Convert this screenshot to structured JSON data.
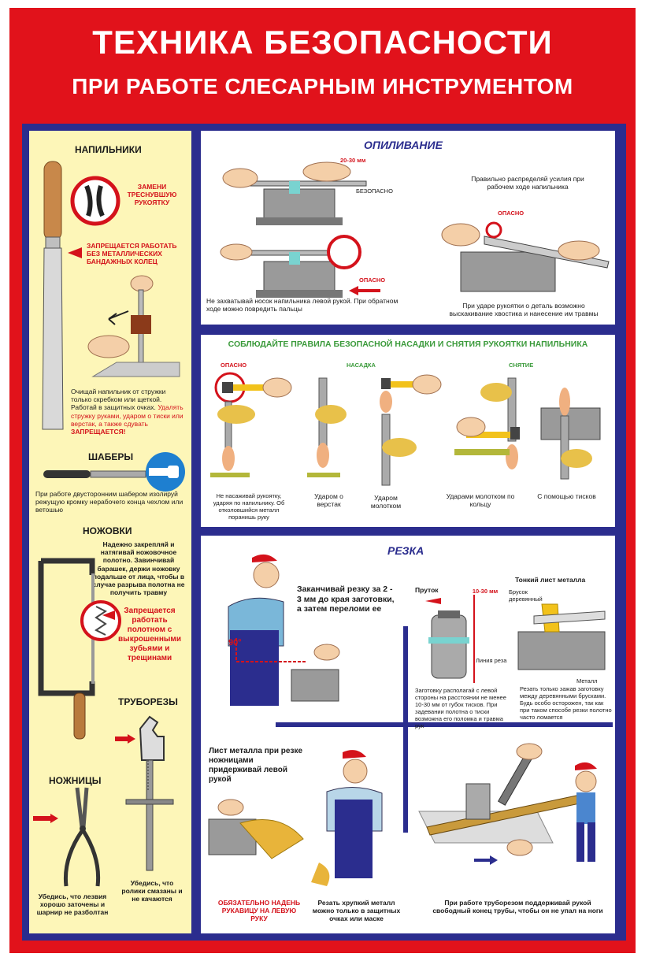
{
  "header": {
    "title_line1": "ТЕХНИКА БЕЗОПАСНОСТИ",
    "title_line2": "ПРИ РАБОТЕ СЛЕСАРНЫМ ИНСТРУМЕНТОМ"
  },
  "left": {
    "files": {
      "heading": "НАПИЛЬНИКИ",
      "replace_note": "ЗАМЕНИ ТРЕСНУВШУЮ РУКОЯТКУ",
      "forbid_note": "ЗАПРЕЩАЕТСЯ РАБОТАТЬ БЕЗ МЕТАЛЛИЧЕСКИХ БАНДАЖНЫХ КОЛЕЦ",
      "clean_note_a": "Очищай напильник от стружки только скребком или щеткой. Работай в защитных очках.",
      "clean_note_b": "Удалять стружку руками, ударом о тиски или верстак, а также сдувать",
      "clean_note_c": "ЗАПРЕЩАЕТСЯ!"
    },
    "scrapers": {
      "heading": "ШАБЕРЫ",
      "note": "При работе двусторонним шабером изолируй режущую кромку нерабочего конца чехлом или ветошью"
    },
    "hacksaws": {
      "heading": "НОЖОВКИ",
      "note": "Надежно закрепляй и натягивай ножовочное полотно. Завинчивай барашек, держи ножовку подальше от лица, чтобы в случае разрыва полотна не получить травму",
      "forbid": "Запрещается работать полотном с выкрошенными зубьями и трещинами"
    },
    "pipecutters": {
      "heading": "ТРУБОРЕЗЫ",
      "note": "Убедись, что ролики смазаны и не качаются"
    },
    "scissors": {
      "heading": "НОЖНИЦЫ",
      "note": "Убедись, что лезвия хорошо заточены и шарнир не разболтан"
    }
  },
  "filing": {
    "heading": "ОПИЛИВАНИЕ",
    "distance": "20-30 мм",
    "safe": "БЕЗОПАСНО",
    "danger": "ОПАСНО",
    "danger2": "ОПАСНО",
    "force_note": "Правильно распределяй усилия при рабочем ходе напильника",
    "nose_note": "Не захватывай носок напильника левой рукой. При обратном ходе можно повредить пальцы",
    "strike_note": "При ударе рукоятки о деталь возможно выскакивание хвостика и нанесение им травмы"
  },
  "handles": {
    "heading": "СОБЛЮДАЙТЕ ПРАВИЛА БЕЗОПАСНОЙ НАСАДКИ И СНЯТИЯ РУКОЯТКИ НАПИЛЬНИКА",
    "danger": "ОПАСНО",
    "fit": "НАСАДКА",
    "remove": "СНЯТИЕ",
    "cap1": "Не насаживай рукоятку, ударяя по напильнику. Об отколовшийся металл поранишь руку",
    "cap2": "Ударом о верстак",
    "cap3": "Ударом молотком",
    "cap4": "Ударами молотком по кольцу",
    "cap5": "С помощью тисков"
  },
  "cutting": {
    "heading": "РЕЗКА",
    "angle": "90°",
    "finish_note": "Заканчивай резку за 2 - 3 мм до края заготовки, а затем переломи ее",
    "rod": "Пруток",
    "rod_dist": "10-30 мм",
    "cut_line": "Линия реза",
    "rod_note": "Заготовку располагай с левой стороны на расстоянии не менее 10-30 мм от губок тисков. При задевании полотна о тиски возможна его поломка и травма рук",
    "sheet_heading": "Тонкий лист металла",
    "wood_bar": "Брусок деревянный",
    "metal": "Металл",
    "sheet_note": "Резать только зажав заготовку между деревянными брусками. Будь особо осторожен, так как при таком способе резки полотно часто ломается",
    "shears_note": "Лист металла при резке ножницами придерживай левой рукой",
    "glove_note": "ОБЯЗАТЕЛЬНО НАДЕНЬ РУКАВИЦУ НА ЛЕВУЮ РУКУ",
    "brittle_note": "Резать хрупкий металл можно только в защитных очках или маске",
    "pipe_note": "При работе труборезом поддерживай рукой свободный конец трубы, чтобы он не упал на ноги"
  },
  "colors": {
    "red": "#e1121b",
    "navy": "#2b2d8e",
    "cream": "#fdf6b8",
    "green_text": "#3a9a3a"
  }
}
